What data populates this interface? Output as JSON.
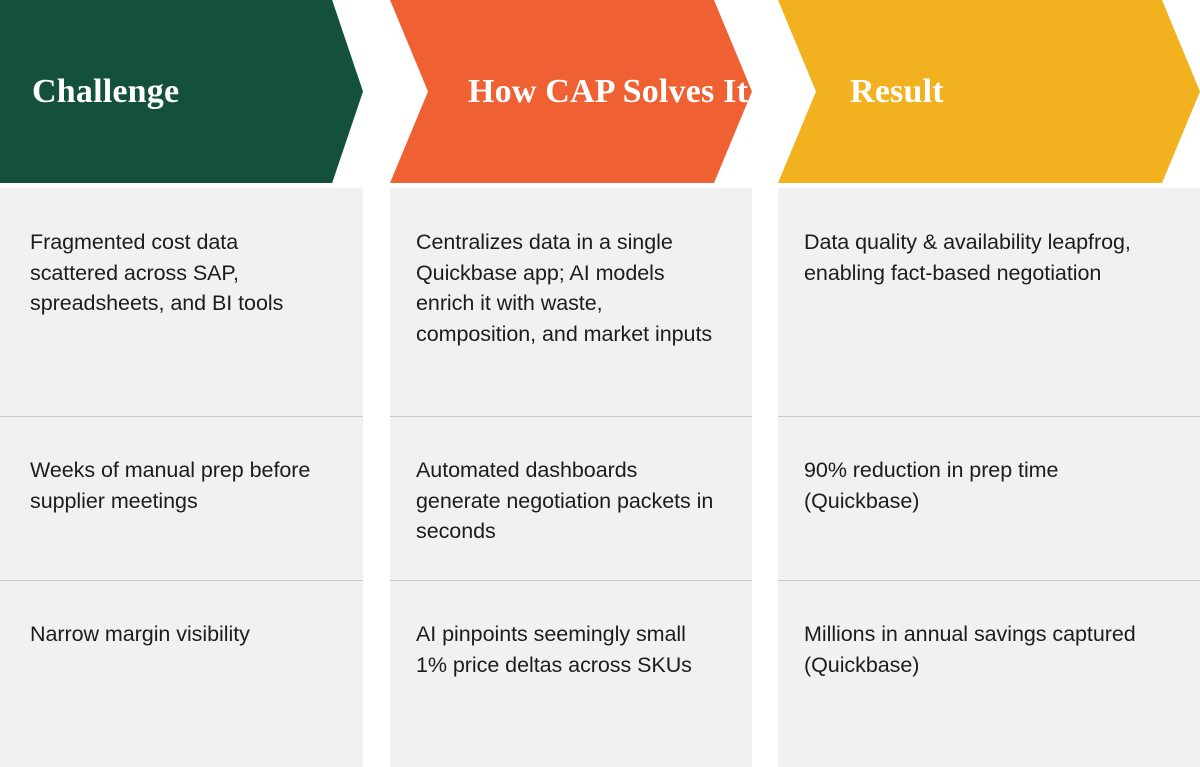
{
  "graphic": {
    "type": "three-column-chevron-comparison-table",
    "background_color": "#FFFFFF",
    "panel_color": "#F1F1F1",
    "divider_color": "#C9C9C9",
    "body_text_color": "#1C1C1C"
  },
  "columns": [
    {
      "id": "challenge",
      "header": "Challenge",
      "header_color": "#13513D",
      "header_text_color": "#FFFFFF",
      "cells": [
        "Fragmented cost data scattered across SAP, spreadsheets, and BI tools",
        "Weeks of manual prep before supplier meetings",
        "Narrow margin visibility"
      ]
    },
    {
      "id": "how-cap-solves-it",
      "header": "How CAP Solves It",
      "header_color": "#EF6033",
      "header_text_color": "#FFFFFF",
      "cells": [
        "Centralizes data in a single Quickbase app; AI models enrich it with waste, composition, and market inputs",
        "Automated dashboards generate negotiation packets in seconds",
        "AI pinpoints seemingly small 1% price deltas across SKUs"
      ]
    },
    {
      "id": "result",
      "header": "Result",
      "header_color": "#F2B21F",
      "header_text_color": "#FFFFFF",
      "cells": [
        "Data quality & availability leapfrog, enabling fact-based negotiation",
        "90% reduction in prep time (Quickbase)",
        "Millions in annual savings captured (Quickbase)"
      ]
    }
  ]
}
